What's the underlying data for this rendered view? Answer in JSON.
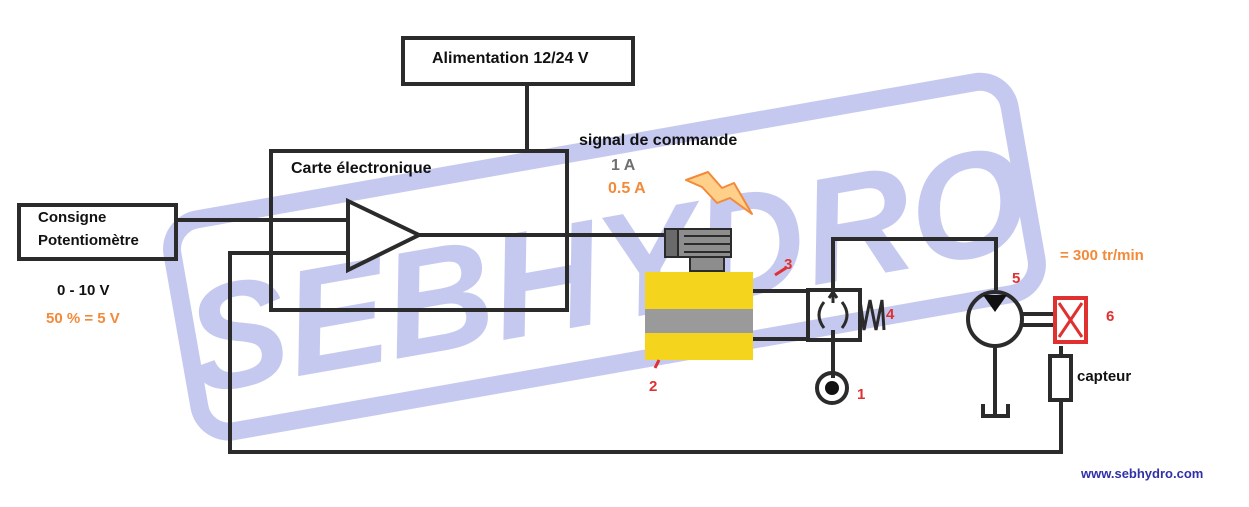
{
  "watermark": {
    "text": "SEBHYDRO",
    "color": "#b4b8ea"
  },
  "power_supply": {
    "label": "Alimentation 12/24 V"
  },
  "card": {
    "label": "Carte électronique"
  },
  "setpoint": {
    "line1": "Consigne",
    "line2": "Potentiomètre",
    "range": "0 - 10 V",
    "value": "50 % = 5 V"
  },
  "control_signal": {
    "title": "signal de commande",
    "max_current": "1 A",
    "current": "0.5 A"
  },
  "speed": {
    "label": "= 300  tr/min"
  },
  "sensor": {
    "label": "capteur"
  },
  "numbers": {
    "n1": "1",
    "n2": "2",
    "n3": "3",
    "n4": "4",
    "n5": "5",
    "n6": "6"
  },
  "website": {
    "url": "www.sebhydro.com"
  },
  "colors": {
    "line": "#2b2b2b",
    "accent_orange": "#f28a3a",
    "accent_red": "#e03131",
    "coil_yellow": "#f5d41e",
    "coil_grey": "#9a9a9a",
    "link_blue": "#3030a8"
  }
}
